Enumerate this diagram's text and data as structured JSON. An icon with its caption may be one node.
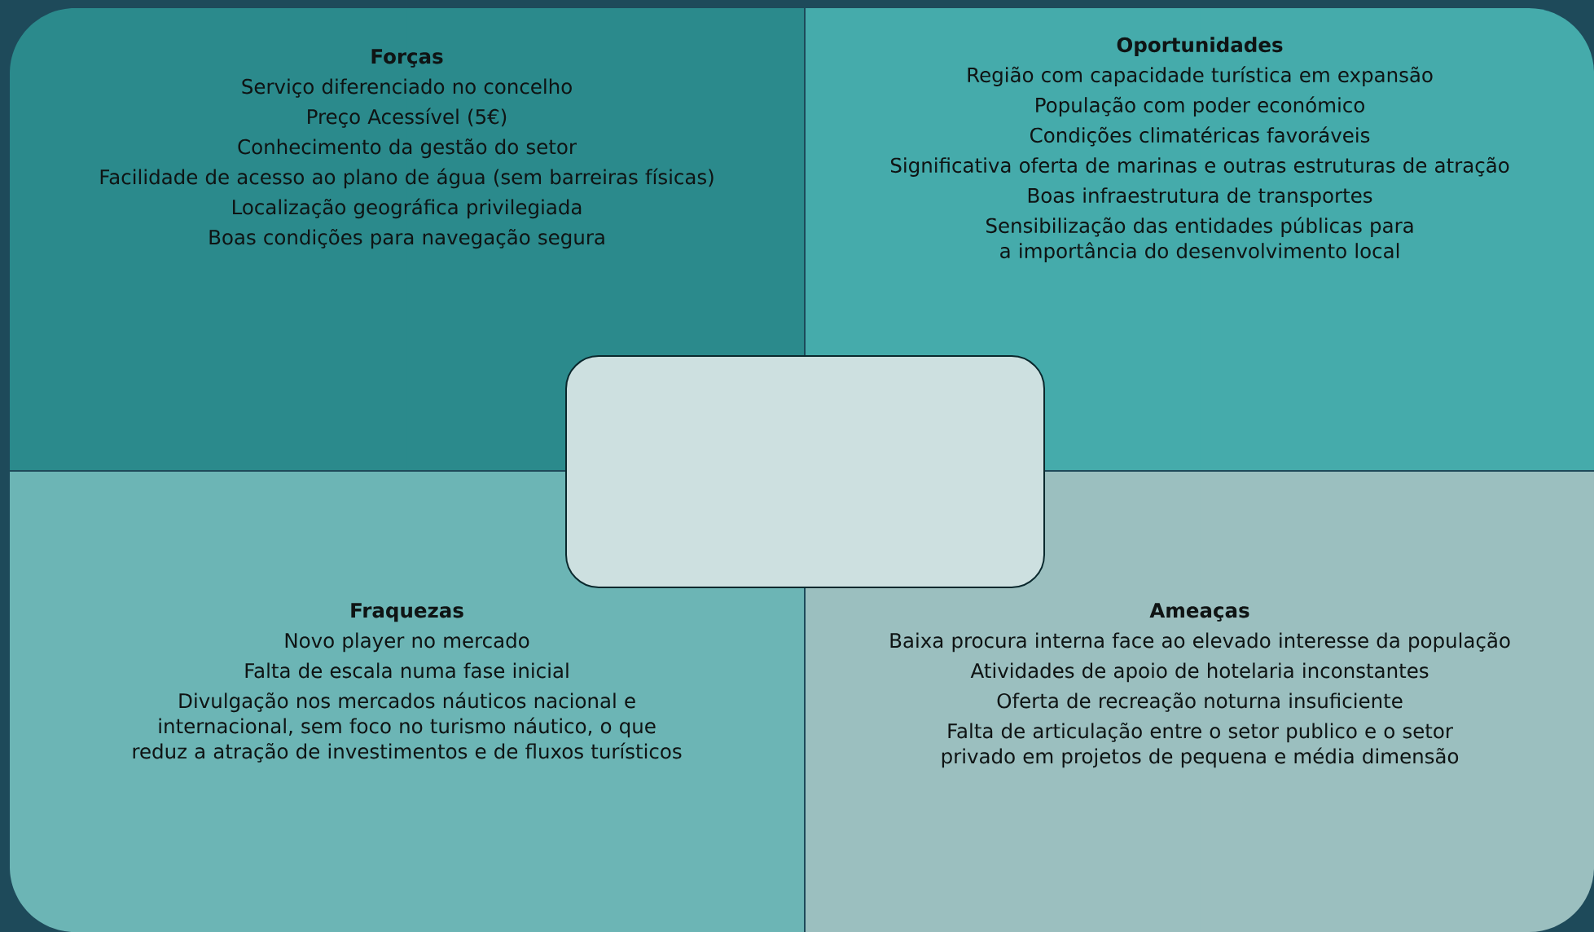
{
  "diagram": {
    "nodes": [
      {
        "text": [
          "Forças",
          "Serviço diferenciado no concelho",
          "Preço Acessível (5€)",
          "Conhecimento da gestão do setor",
          "Facilidade de acesso ao plano de água (sem barreiras físicas)",
          "Localização geográfica privilegiada",
          "Boas condições para navegação segura"
        ]
      },
      {
        "text": [
          "Oportunidades",
          "Região com capacidade turística em expansão",
          "População com poder económico",
          "Condições climatéricas favoráveis",
          "Significativa oferta de marinas e outras estruturas de atração",
          "Boas infraestrutura de transportes",
          "Sensibilização das entidades públicas para a importância do desenvolvimento local"
        ]
      },
      {
        "text": [],
        "shape": "box"
      },
      {
        "text": [
          "Fraquezas",
          "Novo player no mercado",
          "Falta de escala numa fase inicial",
          "Divulgação nos mercados náuticos nacional e internacional, sem foco no turismo náutico, o que reduz a atração de investimentos e de fluxos turísticos"
        ]
      },
      {
        "text": [
          "Ameaças",
          "Baixa procura interna face ao elevado interesse da população",
          "Atividades de apoio de hotelaria inconstantes",
          "Oferta de recreação noturna insuficiente",
          "Falta de articulação entre o setor publico e o setor privado em projetos de pequena e média dimensão"
        ]
      }
    ],
    "edges": []
  }
}
